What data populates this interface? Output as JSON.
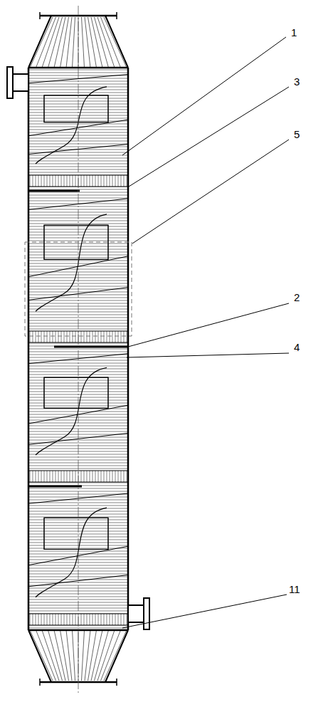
{
  "diagram": {
    "labels": [
      "1",
      "3",
      "5",
      "2",
      "4",
      "11"
    ]
  }
}
